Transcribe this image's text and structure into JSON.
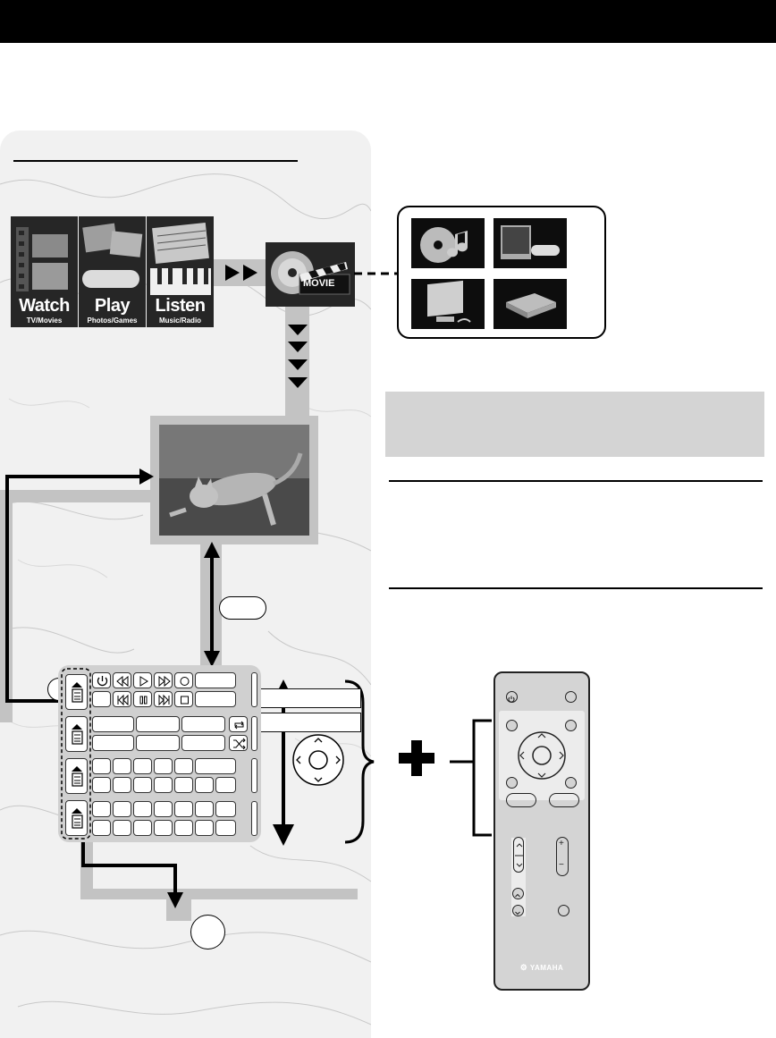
{
  "tiles": [
    {
      "title": "Watch",
      "subtitle": "TV/Movies"
    },
    {
      "title": "Play",
      "subtitle": "Photos/Games"
    },
    {
      "title": "Listen",
      "subtitle": "Music/Radio"
    }
  ],
  "movie_icon": {
    "label": "MOVIE"
  },
  "device_icons": [
    "music-disc-icon",
    "game-console-icon",
    "computer-icon",
    "media-box-icon"
  ],
  "remote": {
    "brand": "YAMAHA"
  },
  "symbols": {
    "power": "⏻",
    "plus": "+",
    "minus": "−"
  },
  "colors": {
    "header": "#000000",
    "panel": "#f1f1f1",
    "gray_box": "#d4d4d4",
    "remote_body": "#d4d4d4"
  }
}
